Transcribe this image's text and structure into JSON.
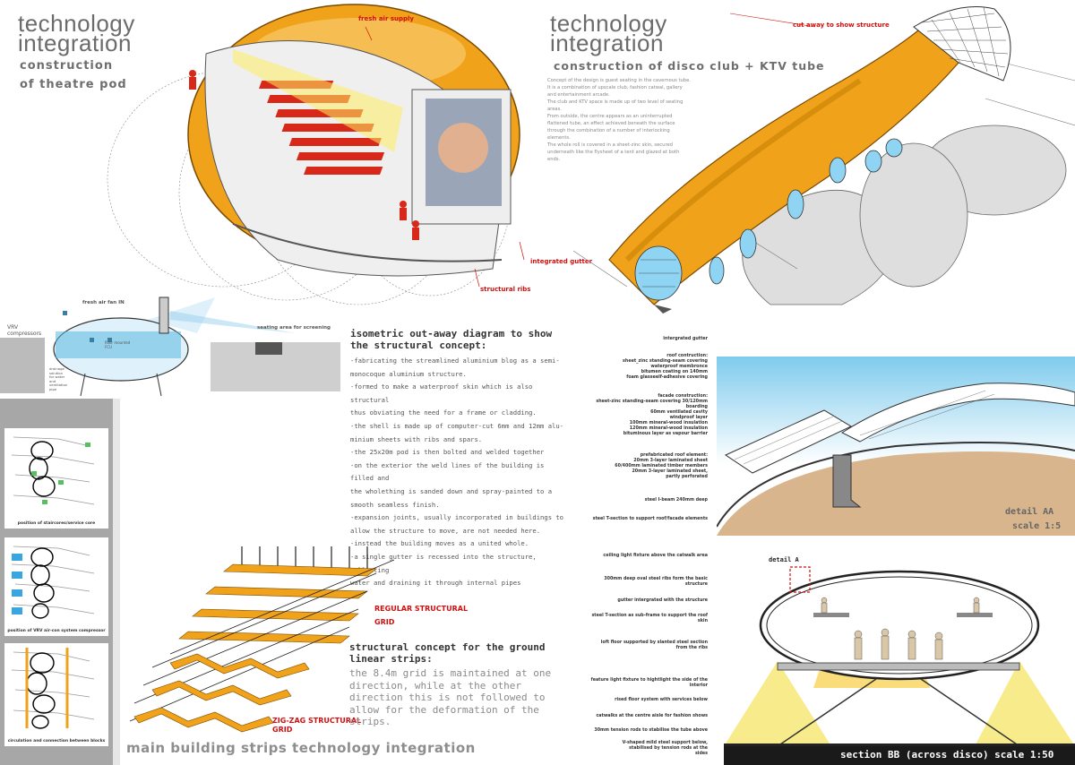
{
  "left": {
    "title_line1": "technology",
    "title_line2": "integration",
    "subtitle_line1": "construction",
    "subtitle_line2": "of theatre pod",
    "labels": {
      "fresh_air_supply": "fresh air supply",
      "integrated_gutter": "integrated gutter",
      "structural_ribs": "structural ribs",
      "fresh_air_fan": "fresh air fan IN",
      "vrv": "VRV\ncompressors",
      "seating_area": "seating area for screening",
      "floor_mounted": "floor mounted\nFCU",
      "drainage": "drainage\nsolution\nfor water\nand\nventilation\npipe"
    },
    "cutaway_heading": "isometric out-away diagram to show the structural concept:",
    "cutaway_points": [
      "-fabricating the streamlined aluminium blog as a semi-",
      "monocoque aluminium structure.",
      "-formed to make a waterproof skin which is also structural",
      "thus obviating the need for a frame or cladding.",
      "-the shell is made up of computer-cut 6mm and 12mm alu-",
      "minium sheets with ribs and spars.",
      "-the 25x20m pod is then bolted and welded together",
      "-on the exterior the weld lines of the building is filled and",
      "the wholething is sanded down and spray-painted to a",
      "smooth seamless finish.",
      "-expansion joints, usually incorporated in buildings to",
      "allow the structure to move, are not needed here.",
      "-instead the building moves as a united whole.",
      "-a single gutter is recessed into the structure, collecting",
      "water and draining it through internal pipes"
    ],
    "thumb_captions": [
      "position of staircores/service core",
      "position of VRV air-con system compressor",
      "circulation and connection between blocks"
    ],
    "grid_regular": "REGULAR STRUCTURAL\nGRID",
    "grid_zigzag": "ZIG-ZAG STRUCTURAL\nGRID",
    "ground_heading": "structural concept for the ground linear strips:",
    "ground_text": "the 8.4m grid is maintained at one direction, while at the other direction this is not followed to allow for the deformation of the strips.",
    "footer": "main building strips technology integration"
  },
  "right": {
    "title_line1": "technology",
    "title_line2": "integration",
    "subtitle": "construction of disco club + KTV tube",
    "cut_away": "cut away to show structure",
    "intro": [
      "Concept of the design is guest seating in the cavernous tube.",
      "It is a combination of upscale club, fashion catwal, gallery",
      "and entertainment arcade.",
      "The club and KTV space is made up of two level of seating",
      "areas.",
      "From outside, the centre appears as an uninterrupted",
      "flattened tube, an effect achieved beneath the surface",
      "through the combination of a number of interlocking",
      "elements.",
      "The whole roll is covered in a sheet-zinc skin, secured",
      "underneath like the flysheet of a tent and glazed at both",
      "ends."
    ],
    "detail_notes": [
      "intergrated gutter",
      "roof contruction:\nsheet_zinc standing-seam covering\nwaterproof membronce\nbitumen coating on 140mm\nfoam glasseelf-adhesive covering",
      "facade construction:\nsheet-zinc standing-seam covering 30/120mm\nboarding\n60mm ventilated cavity\nwindproof layer\n100mm mineral-wood insulation\n120mm mineral-wood insulation\nbituminous layer as vapour barrier",
      "prefabricated roof element:\n20mm 3-layer laminated sheet\n60/400mm laminated timber members\n20mm 3-layer laminated sheet,\npartly perforated",
      "steel I-beam 240mm deep",
      "steel T-section to support roof/facade elements"
    ],
    "detail_aa": "detail AA",
    "detail_scale": "scale 1:5",
    "section_notes": [
      "ceiling light fixture above the catwalk area",
      "300mm deep oval steel ribs form the basic\nstructure",
      "gutter intergrated with the structure",
      "steel T-section as sub-frame to support the roof\nskin",
      "loft floor supported by slanted steel section\nfrom the ribs",
      "feature light fixture to hightlight the side of the\ninterior",
      "rised floor system with services below",
      "catwalks at the centre aisle for fashion shows",
      "30mm tension rods to stabilise the tube above",
      "V-shaped mild steel support below,\nstabilised by tension rods at the\nsides"
    ],
    "detail_a": "detail A",
    "section_caption": "section BB (across disco) scale 1:50"
  }
}
